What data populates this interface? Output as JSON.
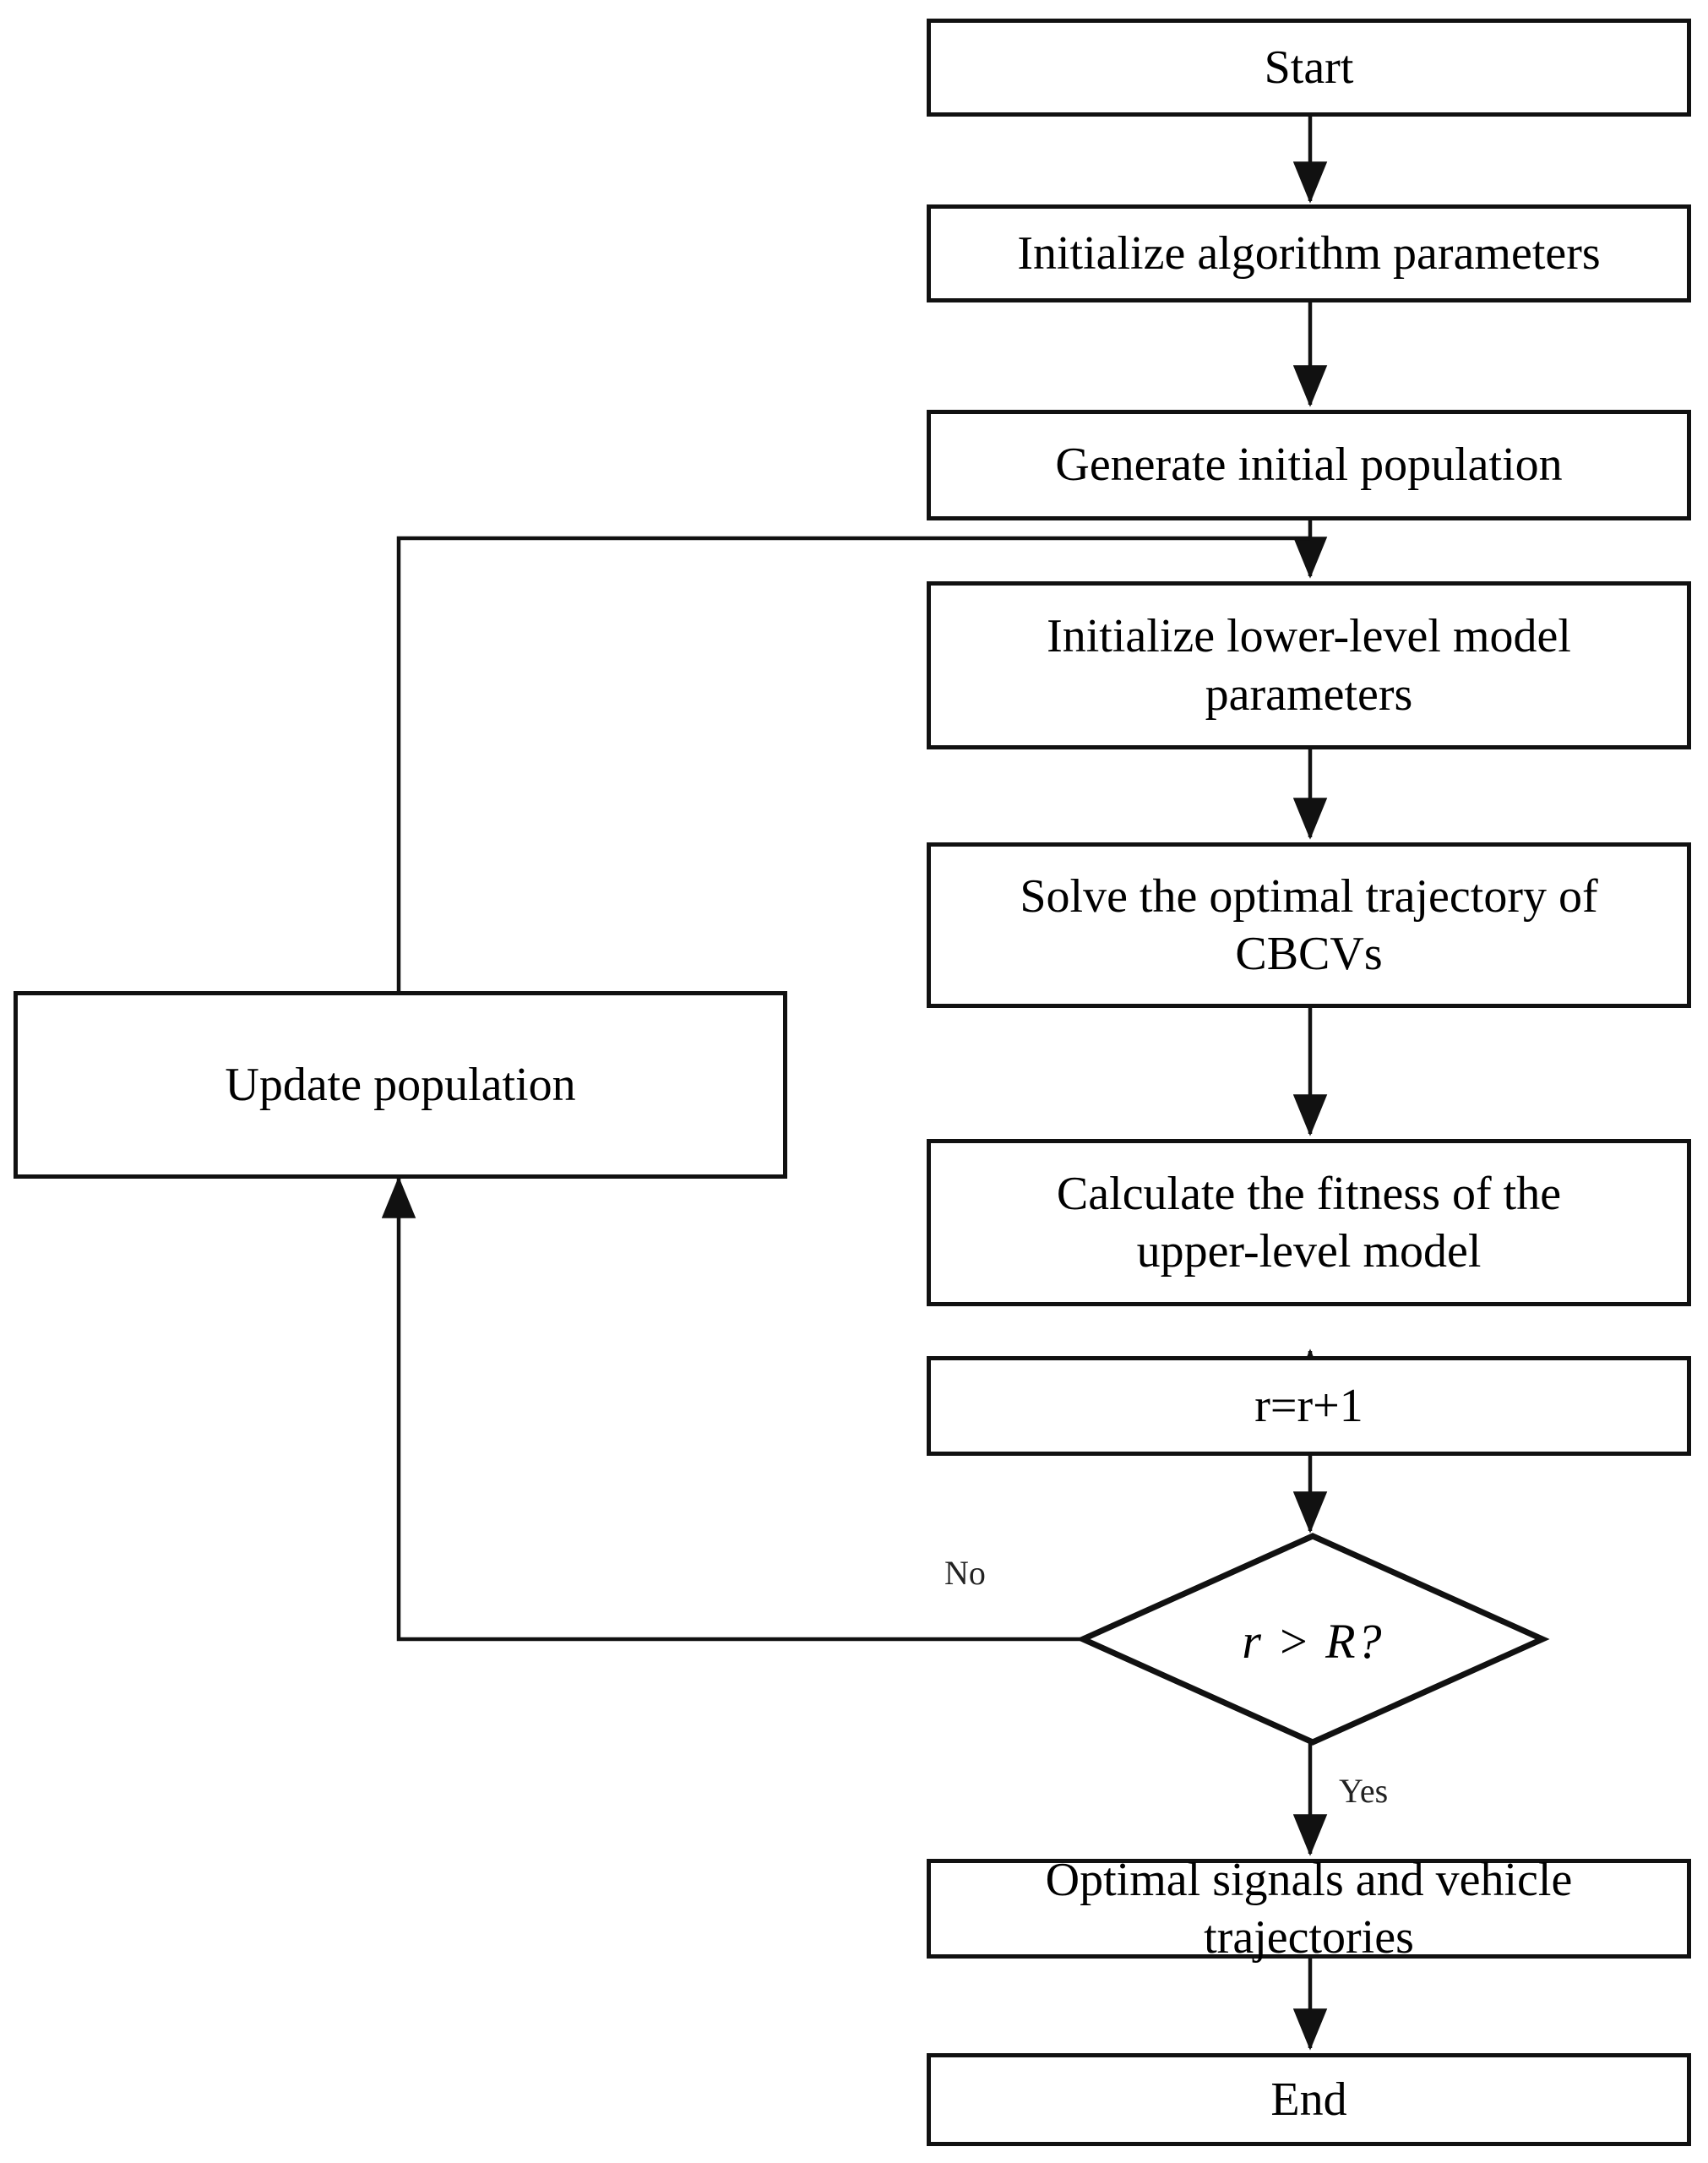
{
  "diagram": {
    "type": "flowchart",
    "title": "Bi-level optimization algorithm flowchart",
    "background_color": "#ffffff",
    "line_color": "#111111",
    "text_color": "#000000",
    "nodes": [
      {
        "id": "start",
        "shape": "rect",
        "text": "Start"
      },
      {
        "id": "init_params",
        "shape": "rect",
        "text": "Initialize algorithm  parameters"
      },
      {
        "id": "gen_pop",
        "shape": "rect",
        "text": "Generate initial population"
      },
      {
        "id": "init_lower",
        "shape": "rect",
        "text": "Initialize lower-level model\nparameters"
      },
      {
        "id": "solve_traj",
        "shape": "rect",
        "text": "Solve the optimal trajectory  of\nCBCVs"
      },
      {
        "id": "calc_fitness",
        "shape": "rect",
        "text": "Calculate the fitness of the\nupper-level model"
      },
      {
        "id": "increment",
        "shape": "rect",
        "text": "r=r+1"
      },
      {
        "id": "decision",
        "shape": "diamond",
        "text": "r > R?"
      },
      {
        "id": "update_pop",
        "shape": "rect",
        "text": "Update population"
      },
      {
        "id": "optimal_out",
        "shape": "rect",
        "text": "Optimal signals and vehicle\ntrajectories"
      },
      {
        "id": "end",
        "shape": "rect",
        "text": "End"
      }
    ],
    "edge_labels": {
      "no": "No",
      "yes": "Yes"
    },
    "edges": [
      {
        "from": "start",
        "to": "init_params",
        "label": ""
      },
      {
        "from": "init_params",
        "to": "gen_pop",
        "label": ""
      },
      {
        "from": "gen_pop",
        "to": "init_lower",
        "label": ""
      },
      {
        "from": "init_lower",
        "to": "solve_traj",
        "label": ""
      },
      {
        "from": "solve_traj",
        "to": "calc_fitness",
        "label": ""
      },
      {
        "from": "calc_fitness",
        "to": "increment",
        "label": ""
      },
      {
        "from": "increment",
        "to": "decision",
        "label": ""
      },
      {
        "from": "decision",
        "to": "update_pop",
        "label": "No"
      },
      {
        "from": "update_pop",
        "to": "init_lower",
        "label": ""
      },
      {
        "from": "decision",
        "to": "optimal_out",
        "label": "Yes"
      },
      {
        "from": "optimal_out",
        "to": "end",
        "label": ""
      }
    ]
  }
}
